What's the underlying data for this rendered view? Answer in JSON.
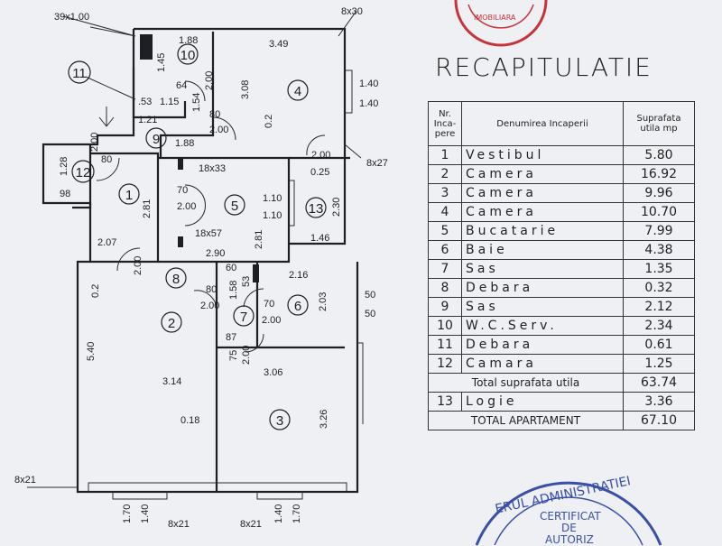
{
  "title": "RECAPITULATIE",
  "table": {
    "headers": [
      "Nr. Inca- pere",
      "Denumirea Incaperii",
      "Suprafata utila mp"
    ],
    "rows": [
      {
        "nr": "1",
        "name": "Vestibul",
        "area": "5.80"
      },
      {
        "nr": "2",
        "name": "Camera",
        "area": "16.92"
      },
      {
        "nr": "3",
        "name": "Camera",
        "area": "9.96"
      },
      {
        "nr": "4",
        "name": "Camera",
        "area": "10.70"
      },
      {
        "nr": "5",
        "name": "Bucatarie",
        "area": "7.99"
      },
      {
        "nr": "6",
        "name": "Baie",
        "area": "4.38"
      },
      {
        "nr": "7",
        "name": "Sas",
        "area": "1.35"
      },
      {
        "nr": "8",
        "name": "Debara",
        "area": "0.32"
      },
      {
        "nr": "9",
        "name": "Sas",
        "area": "2.12"
      },
      {
        "nr": "10",
        "name": "W.C.Serv.",
        "area": "2.34"
      },
      {
        "nr": "11",
        "name": "Debara",
        "area": "0.61"
      },
      {
        "nr": "12",
        "name": "Camara",
        "area": "1.25"
      }
    ],
    "total_util_label": "Total suprafata utila",
    "total_util": "63.74",
    "loggia": {
      "nr": "13",
      "name": "Logie",
      "area": "3.36"
    },
    "total_label": "TOTAL APARTAMENT",
    "total": "67.10"
  },
  "plan": {
    "rooms": [
      "1",
      "2",
      "3",
      "4",
      "5",
      "6",
      "7",
      "8",
      "9",
      "10",
      "11",
      "12",
      "13"
    ],
    "dims": [
      "39x1.00",
      "8x30",
      "1.88",
      "3.49",
      "1.45",
      "1.15",
      "64",
      "2.00",
      "1.54",
      "3.08",
      "1.40",
      "1.40",
      ".53",
      "1.21",
      "80",
      "2.00",
      "0.2",
      "1.88",
      "2.00",
      "80",
      "1.28",
      "98",
      "18x33",
      "0.25",
      "2.00",
      "8x27",
      "70",
      "2.00",
      "1.10",
      "1.10",
      "2.30",
      "2.81",
      "2.07",
      "18x57",
      "2.90",
      "2.81",
      "1.46",
      "2.00",
      "0.2",
      "60",
      "53",
      "2.16",
      "80",
      "2.00",
      "1.58",
      "70",
      "2.00",
      "2.03",
      "50",
      "50",
      "87",
      "75",
      "2.00",
      "5.40",
      "3.14",
      "3.06",
      "3.26",
      "0.18",
      "8x21",
      "1.70",
      "1.40",
      "8x21",
      "8x21",
      "1.40",
      "1.70"
    ]
  },
  "stamps": {
    "top": "IMOBILIARA",
    "bottom_arc": "ERUL ADMINISTRATIEI",
    "bottom_lines": [
      "CERTIFICAT",
      "DE",
      "AUTORIZ"
    ]
  },
  "colors": {
    "stamp_red": "#c8323c",
    "stamp_blue": "#3a4fa8",
    "ink": "#1d1f24"
  }
}
